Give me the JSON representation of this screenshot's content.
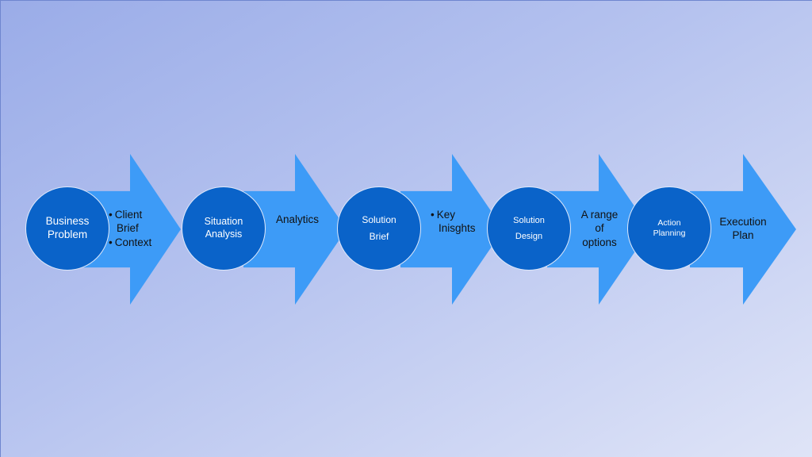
{
  "colors": {
    "arrow": "#3d9bf7",
    "circle": "#0a63c9",
    "circle_text": "#ffffff",
    "output_text": "#111111",
    "background_start": "#9aace8",
    "background_end": "#dfe4f7"
  },
  "steps": [
    {
      "circle_lines": [
        "Business",
        "Problem"
      ],
      "output_lines": [
        "Client",
        "Brief",
        "Context"
      ]
    },
    {
      "circle_lines": [
        "Situation",
        "Analysis"
      ],
      "output_lines": [
        "Analytics"
      ]
    },
    {
      "circle_lines": [
        "Solution",
        "Brief"
      ],
      "output_lines": [
        "Key",
        "Inisghts"
      ]
    },
    {
      "circle_lines": [
        "Solution",
        "Design"
      ],
      "output_lines": [
        "A range",
        "of",
        "options"
      ]
    },
    {
      "circle_lines": [
        "Action",
        "Planning"
      ],
      "output_lines": [
        "Execution",
        "Plan"
      ]
    }
  ]
}
